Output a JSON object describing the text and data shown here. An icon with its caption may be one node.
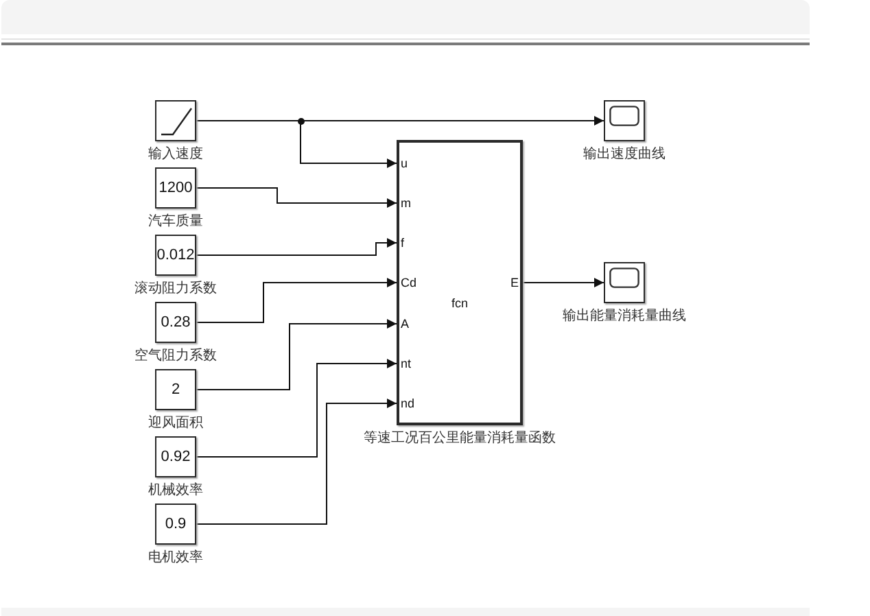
{
  "diagram": {
    "nodes": [
      {
        "text": [],
        "shape": "box",
        "beside": [
          "输入速度"
        ]
      },
      {
        "text": [
          "1200"
        ],
        "beside": [
          "汽车质量"
        ]
      },
      {
        "text": [
          "0.012"
        ],
        "beside": [
          "滚动阻力系数"
        ]
      },
      {
        "text": [
          "0.28"
        ],
        "beside": [
          "空气阻力系数"
        ]
      },
      {
        "text": [
          "2"
        ],
        "beside": [
          "迎风面积"
        ]
      },
      {
        "text": [
          "0.92"
        ],
        "beside": [
          "机械效率"
        ]
      },
      {
        "text": [
          "0.9"
        ],
        "beside": [
          "电机效率"
        ]
      },
      {
        "text": [
          "u",
          "m",
          "f",
          "Cd",
          "A",
          "nt",
          "nd",
          "fcn",
          "E"
        ],
        "beside": [
          "等速工况百公里能量消耗量函数"
        ]
      },
      {
        "text": [],
        "shape": "box",
        "beside": [
          "输出速度曲线"
        ]
      },
      {
        "text": [],
        "shape": "box",
        "beside": [
          "输出能量消耗量曲线"
        ]
      }
    ],
    "edges": [
      {
        "from": 0,
        "to": 8,
        "arrow": "to"
      },
      {
        "from": 0,
        "to": 7,
        "arrow": "to"
      },
      {
        "from": 1,
        "to": 7,
        "arrow": "to"
      },
      {
        "from": 2,
        "to": 7,
        "arrow": "to"
      },
      {
        "from": 3,
        "to": 7,
        "arrow": "to"
      },
      {
        "from": 4,
        "to": 7,
        "arrow": "to"
      },
      {
        "from": 5,
        "to": 7,
        "arrow": "to"
      },
      {
        "from": 6,
        "to": 7,
        "arrow": "to"
      },
      {
        "from": 7,
        "to": 9,
        "arrow": "to"
      }
    ]
  }
}
